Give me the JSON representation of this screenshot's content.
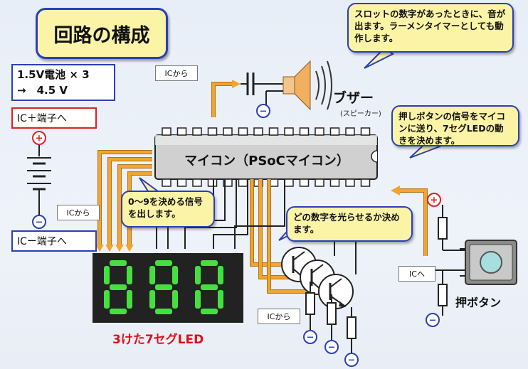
{
  "title": "回路の構成",
  "battery": {
    "line1": "1.5V電池 × 3",
    "line2": "→　4.5 V"
  },
  "terminals": {
    "plus_label": "IC＋端子へ",
    "minus_label": "ICー端子へ"
  },
  "tags": {
    "ic_from_top": "ICから",
    "ic_from_left": "ICから",
    "ic_from_bottom": "ICから",
    "ic_to": "ICへ"
  },
  "chip": {
    "label": "マイコン（PSoCマイコン）"
  },
  "buzzer": {
    "label": "ブザー",
    "sub": "(スピーカー)"
  },
  "bubbles": {
    "buzzer_note": "スロットの数字があったときに、音が出ます。ラーメンタイマーとしても動作します。",
    "button_note": "押しボタンの信号をマイコンに送り、7セグLEDの動きを決めます。",
    "digits_note": "0～9を決める信号を出します。",
    "select_note": "どの数字を光らせるか決めます。"
  },
  "display": {
    "label": "3けた7セグLED",
    "digits": [
      "8",
      "8",
      "8"
    ]
  },
  "push_button": {
    "label": "押ボタン"
  },
  "signs": {
    "plus": "+",
    "minus": "−"
  },
  "colors": {
    "wire_orange": "#f0a530",
    "led_green": "#45e040",
    "led_panel": "#222222",
    "accent_blue": "#2a3fb8",
    "bubble_yellow": "#fbf3a6"
  }
}
